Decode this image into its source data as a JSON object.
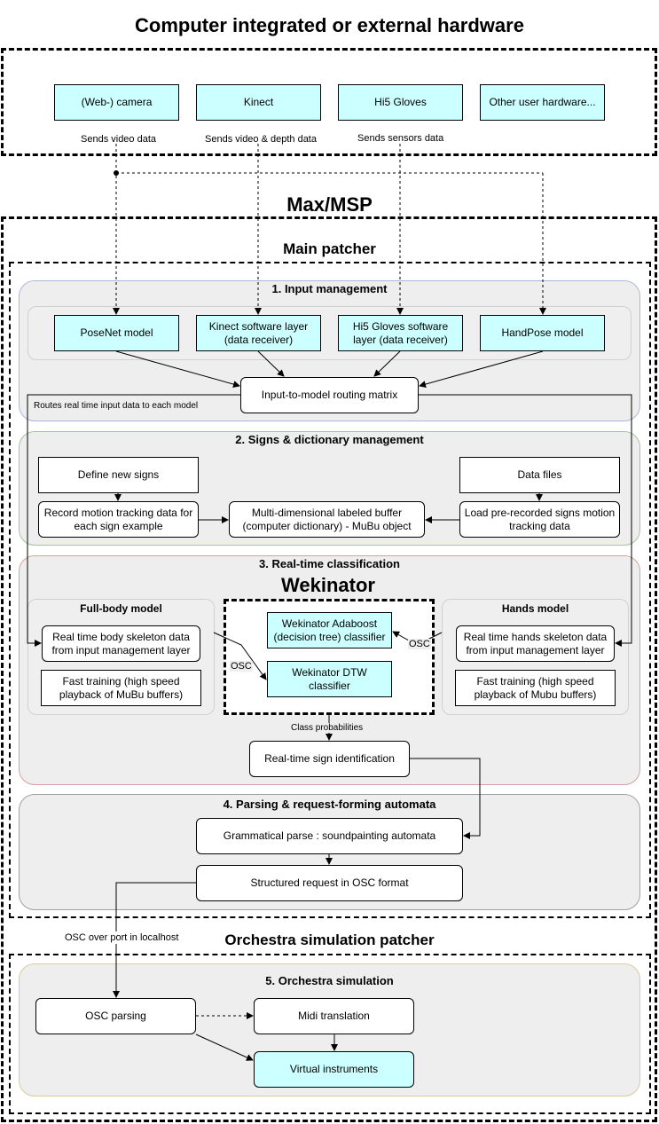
{
  "titles": {
    "hardware": "Computer integrated or external hardware",
    "maxmsp": "Max/MSP",
    "main_patcher": "Main patcher",
    "orchestra_patcher": "Orchestra simulation patcher",
    "wekinator": "Wekinator"
  },
  "hardware": {
    "camera": "(Web-) camera",
    "kinect": "Kinect",
    "hi5": "Hi5 Gloves",
    "other": "Other user hardware..."
  },
  "hardware_labels": {
    "video": "Sends video data",
    "video_depth": "Sends video & depth data",
    "sensors": "Sends sensors data"
  },
  "sections": {
    "input": "1. Input management",
    "signs": "2. Signs & dictionary management",
    "classification": "3. Real-time classification",
    "parsing": "4. Parsing & request-forming automata",
    "orchestra": "5. Orchestra simulation"
  },
  "input": {
    "posenet": "PoseNet model",
    "kinect_layer": "Kinect software layer (data receiver)",
    "hi5_layer": "Hi5 Gloves software layer (data receiver)",
    "handpose": "HandPose model",
    "routing": "Input-to-model routing matrix",
    "routes_label": "Routes real time input data to each model"
  },
  "signs": {
    "define": "Define new signs",
    "record": "Record motion tracking data for each sign example",
    "buffer": "Multi-dimensional labeled buffer (computer dictionary) - MuBu object",
    "data_files": "Data files",
    "load": "Load pre-recorded signs motion tracking data"
  },
  "classification": {
    "fullbody_title": "Full-body model",
    "body_skeleton": "Real time body skeleton data from input management layer",
    "fast_training_body": "Fast training (high speed playback of MuBu buffers)",
    "hands_title": "Hands model",
    "hands_skeleton": "Real time hands skeleton data from input management layer",
    "fast_training_hands": "Fast training (high speed playback of Mubu buffers)",
    "adaboost": "Wekinator Adaboost (decision tree) classifier",
    "dtw": "Wekinator DTW classifier",
    "osc_left": "OSC",
    "osc_right": "OSC",
    "class_prob": "Class probabilities",
    "identification": "Real-time sign identification"
  },
  "parsing": {
    "grammar": "Grammatical parse : soundpainting automata",
    "request": "Structured request in OSC format",
    "osc_port": "OSC over port in localhost"
  },
  "orchestra": {
    "osc_parsing": "OSC parsing",
    "midi": "Midi translation",
    "instruments": "Virtual instruments"
  },
  "colors": {
    "cyan_box": "#ccffff",
    "section_fill": "#eeeeee",
    "input_border": "#a9b8d8",
    "signs_border": "#a3c49a",
    "classification_border": "#d9a0a0",
    "parsing_border": "#a0a0a0",
    "orchestra_border": "#d8cc96"
  }
}
